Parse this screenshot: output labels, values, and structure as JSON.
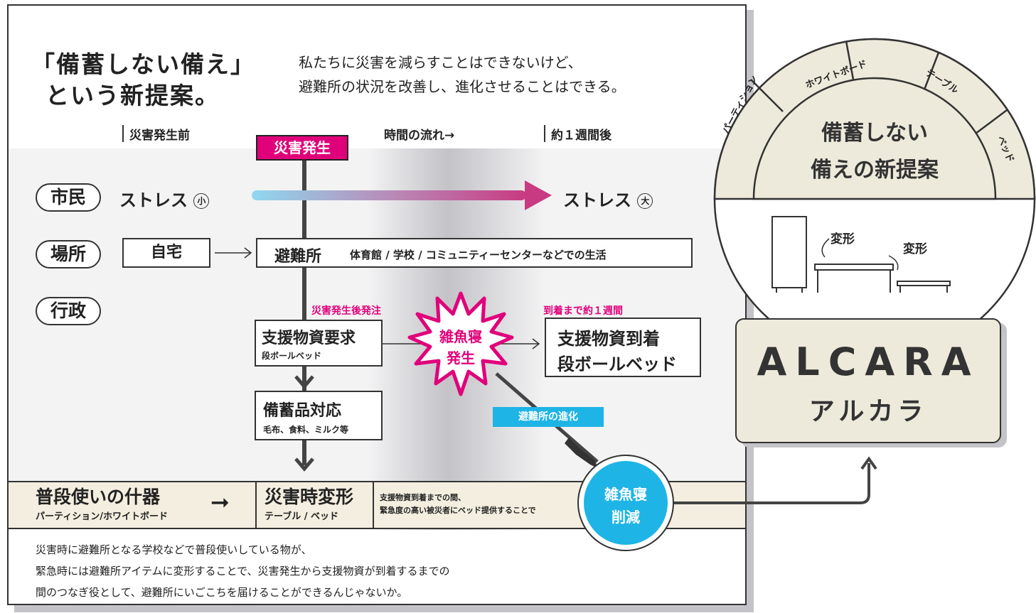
{
  "header": {
    "title_line1": "「備蓄しない備え」",
    "title_line2": "という新提案。",
    "lead_line1": "私たちに災害を減らすことはできないけど、",
    "lead_line2": "避難所の状況を改善し、進化させることはできる。"
  },
  "timeline": {
    "before_label": "災害発生前",
    "flow_label": "時間の流れ→",
    "after_label": "約１週間後",
    "disaster_badge": "災害発生"
  },
  "rows": {
    "citizen_label": "市民",
    "stress_small": "ストレス",
    "stress_small_mark": "小",
    "stress_large": "ストレス",
    "stress_large_mark": "大",
    "place_label": "場所",
    "home_label": "自宅",
    "shelter_label": "避難所",
    "shelter_detail": "体育館 / 学校 / コミュニティーセンターなどでの生活",
    "government_label": "行政"
  },
  "flow": {
    "order_note": "災害発生後発注",
    "arrival_note": "到着まで約１週間",
    "request_title": "支援物資要求",
    "request_sub": "段ボールベッド",
    "zakone_burst_l1": "雑魚寝",
    "zakone_burst_l2": "発生",
    "arrival_title_l1": "支援物資到着",
    "arrival_title_l2": "段ボールベッド",
    "stock_title": "備蓄品対応",
    "stock_sub": "毛布、食料、ミルク等",
    "evolution_tag": "避難所の進化"
  },
  "bottom_band": {
    "daily_title": "普段使いの什器",
    "daily_sub": "パーティション/ホワイトボード",
    "transform_title": "災害時変形",
    "transform_sub": "テーブル / ベッド",
    "note_l1": "支援物資到着までの間、",
    "note_l2": "緊急度の高い被災者にベッド提供することで",
    "reduce_l1": "雑魚寝",
    "reduce_l2": "削減"
  },
  "footer": {
    "line1": "災害時に避難所となる学校などで普段使いしている物が、",
    "line2": "緊急時には避難所アイテムに変形することで、災害発生から支援物資が到着するまでの",
    "line3": "間のつなぎ役として、避難所にいごこちを届けることができるんじゃないか。"
  },
  "product": {
    "arc_labels": [
      "パーティション",
      "ホワイトボード",
      "テーブル",
      "ベッド"
    ],
    "concept_l1": "備蓄しない",
    "concept_l2": "備えの新提案",
    "transform_label_1": "変形",
    "transform_label_2": "変形",
    "brand_name": "ALCARA",
    "brand_kana": "アルカラ"
  },
  "colors": {
    "accent_magenta": "#e0007a",
    "accent_cyan": "#1fb4e6",
    "panel_beige": "#eeeadb",
    "band_beige": "#f3eedf"
  }
}
